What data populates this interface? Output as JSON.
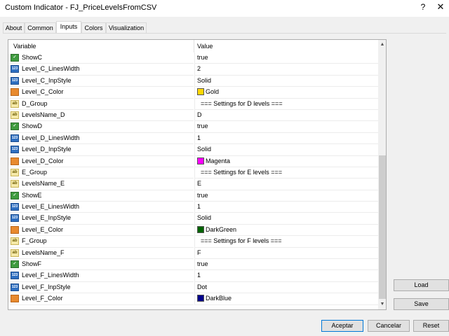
{
  "window": {
    "title": "Custom Indicator - FJ_PriceLevelsFromCSV",
    "help": "?",
    "close": "✕"
  },
  "tabs": [
    {
      "label": "About"
    },
    {
      "label": "Common"
    },
    {
      "label": "Inputs"
    },
    {
      "label": "Colors"
    },
    {
      "label": "Visualization"
    }
  ],
  "active_tab": "Inputs",
  "grid": {
    "columns": {
      "variable": "Variable",
      "value": "Value"
    },
    "rows": [
      {
        "icon": "bool-icon",
        "icon_text": "✓",
        "name": "ShowC",
        "value": "true"
      },
      {
        "icon": "int-icon",
        "icon_text": "123",
        "name": "Level_C_LinesWidth",
        "value": "2"
      },
      {
        "icon": "int-icon",
        "icon_text": "123",
        "name": "Level_C_InpStyle",
        "value": "Solid"
      },
      {
        "icon": "color-icon",
        "icon_text": "",
        "name": "Level_C_Color",
        "value": "Gold",
        "color": "#ffd700"
      },
      {
        "icon": "string-icon",
        "icon_text": "ab",
        "name": "D_Group",
        "value": "=== Settings for D levels ==="
      },
      {
        "icon": "string-icon",
        "icon_text": "ab",
        "name": "LevelsName_D",
        "value": "D"
      },
      {
        "icon": "bool-icon",
        "icon_text": "✓",
        "name": "ShowD",
        "value": "true"
      },
      {
        "icon": "int-icon",
        "icon_text": "123",
        "name": "Level_D_LinesWidth",
        "value": "1"
      },
      {
        "icon": "int-icon",
        "icon_text": "123",
        "name": "Level_D_InpStyle",
        "value": "Solid"
      },
      {
        "icon": "color-icon",
        "icon_text": "",
        "name": "Level_D_Color",
        "value": "Magenta",
        "color": "#ff00ff"
      },
      {
        "icon": "string-icon",
        "icon_text": "ab",
        "name": "E_Group",
        "value": "=== Settings for E levels ==="
      },
      {
        "icon": "string-icon",
        "icon_text": "ab",
        "name": "LevelsName_E",
        "value": "E"
      },
      {
        "icon": "bool-icon",
        "icon_text": "✓",
        "name": "ShowE",
        "value": "true"
      },
      {
        "icon": "int-icon",
        "icon_text": "123",
        "name": "Level_E_LinesWidth",
        "value": "1"
      },
      {
        "icon": "int-icon",
        "icon_text": "123",
        "name": "Level_E_InpStyle",
        "value": "Solid"
      },
      {
        "icon": "color-icon",
        "icon_text": "",
        "name": "Level_E_Color",
        "value": "DarkGreen",
        "color": "#006400"
      },
      {
        "icon": "string-icon",
        "icon_text": "ab",
        "name": "F_Group",
        "value": "=== Settings for F levels ==="
      },
      {
        "icon": "string-icon",
        "icon_text": "ab",
        "name": "LevelsName_F",
        "value": "F"
      },
      {
        "icon": "bool-icon",
        "icon_text": "✓",
        "name": "ShowF",
        "value": "true"
      },
      {
        "icon": "int-icon",
        "icon_text": "123",
        "name": "Level_F_LinesWidth",
        "value": "1"
      },
      {
        "icon": "int-icon",
        "icon_text": "123",
        "name": "Level_F_InpStyle",
        "value": "Dot"
      },
      {
        "icon": "color-icon",
        "icon_text": "",
        "name": "Level_F_Color",
        "value": "DarkBlue",
        "color": "#00008b"
      }
    ]
  },
  "side_buttons": {
    "load": "Load",
    "save": "Save"
  },
  "footer_buttons": {
    "ok": "Aceptar",
    "cancel": "Cancelar",
    "reset": "Reset"
  },
  "scrollbar": {
    "up": "▲",
    "down": "▼"
  }
}
